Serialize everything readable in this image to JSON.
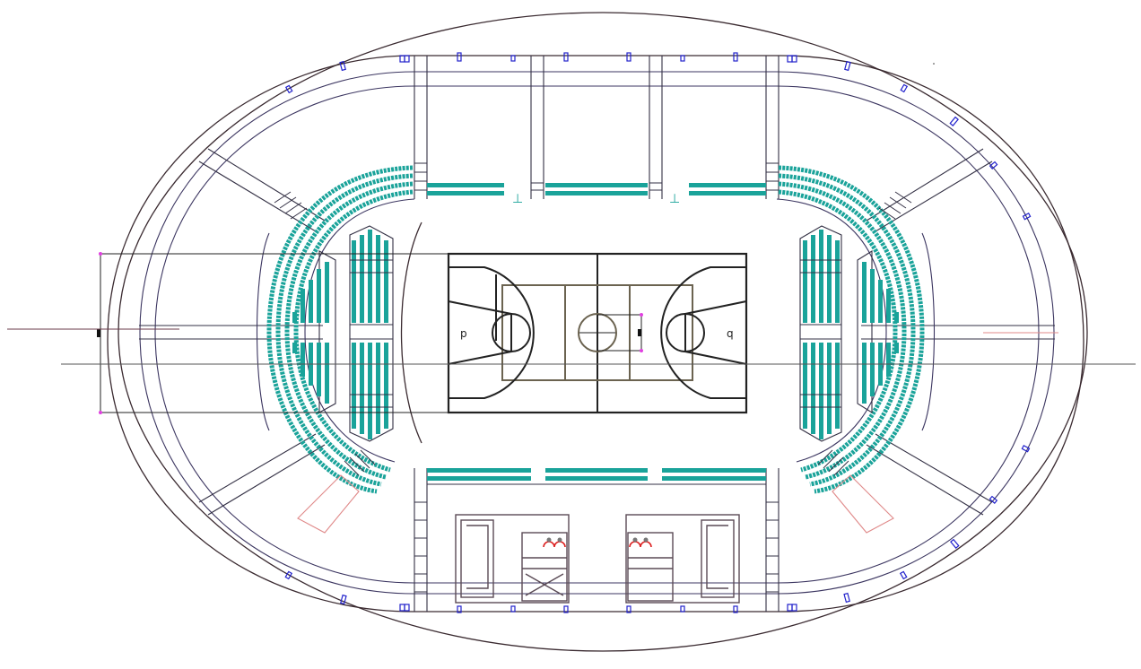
{
  "drawing": {
    "type": "architectural-floor-plan",
    "subject": "indoor arena with basketball court",
    "background": "#ffffff"
  },
  "colors": {
    "outline": "#3a2a30",
    "ring": "#3b3560",
    "seats": "#1aa39a",
    "columns": "#2222cc",
    "dimension_nodes": "#e040e0",
    "emergency_exit": "#e08a8a",
    "court_key": "#6b6350",
    "toilet_doors": "#dd2222"
  },
  "court": {
    "left_hoop_glyph": "p",
    "right_hoop_glyph": "q"
  },
  "markers": {
    "top_left": "⊥",
    "top_right": "⊥"
  },
  "layers": [
    {
      "name": "outer-shell",
      "visible": true
    },
    {
      "name": "concourse-ring",
      "visible": true
    },
    {
      "name": "seating",
      "visible": true
    },
    {
      "name": "basketball-court",
      "visible": true
    },
    {
      "name": "toilets",
      "visible": true
    },
    {
      "name": "dimension-lines",
      "visible": true
    }
  ]
}
